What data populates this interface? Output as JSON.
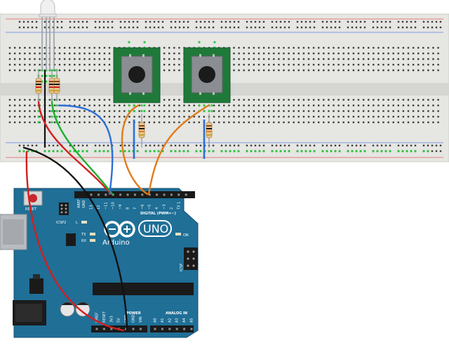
{
  "board": {
    "brand": "Arduino",
    "model": "UNO",
    "reset_label": "RESET",
    "icsp2_label": "ICSP2",
    "icsp_label": "ICSP",
    "tx_label": "TX",
    "rx_label": "RX",
    "l_label": "L",
    "on_label": "ON",
    "digital_label": "DIGITAL (PWM=~)",
    "power_label": "POWER",
    "analog_label": "ANALOG IN",
    "aref_label": "AREF",
    "gnd_label": "GND",
    "digital_pins": [
      "13",
      "12",
      "~11",
      "~10",
      "~9",
      "8",
      "7",
      "~6",
      "~5",
      "4",
      "~3",
      "2",
      "TX 1",
      "RX 0"
    ],
    "power_pins": [
      "IOREF",
      "RESET",
      "3V3",
      "5V",
      "GND",
      "GND",
      "VIN"
    ],
    "analog_pins": [
      "A0",
      "A1",
      "A2",
      "A3",
      "A4",
      "A5"
    ]
  },
  "components": [
    "rgb-led",
    "resistor",
    "resistor",
    "resistor",
    "pushbutton",
    "pushbutton",
    "resistor",
    "resistor"
  ],
  "colors": {
    "breadboard": "#e3e3e0",
    "arduino_blue": "#1f6f97",
    "wire_red": "#d11f1f",
    "wire_black": "#111111",
    "wire_green": "#1fb02f",
    "wire_blue": "#2d6fd6",
    "wire_orange": "#e07b1a",
    "button_pcb": "#1f7a3a"
  }
}
